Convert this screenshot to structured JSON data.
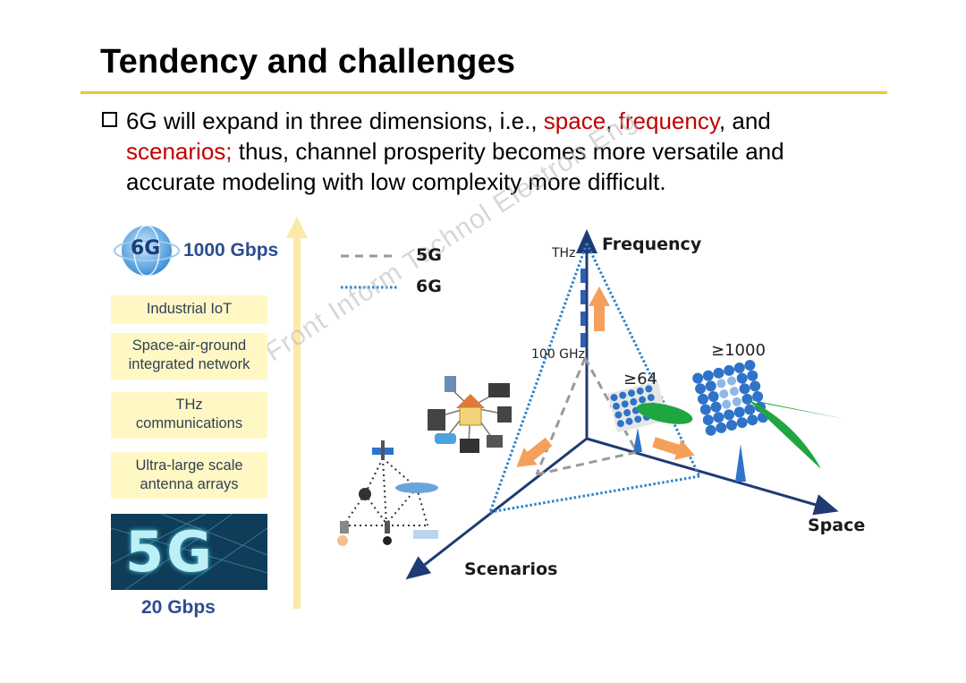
{
  "slide": {
    "title": "Tendency and challenges",
    "bullet": {
      "part1": "6G will expand in three dimensions, i.e., ",
      "space": "space",
      "comma1": ", ",
      "frequency": "frequency",
      "and": ", and",
      "scenarios": "scenarios;",
      "rest": " thus, channel prosperity becomes more versatile and accurate modeling with low complexity more difficult."
    },
    "watermark": "Front Inform Technol Electron Eng"
  },
  "left_panel": {
    "top_rate": "1000 Gbps",
    "bottom_rate": "20 Gbps",
    "six_g_logo": "6G",
    "five_g_logo": "5G",
    "scenarios": [
      "Industrial IoT",
      "Space-air-ground integrated network",
      "THz communications",
      "Ultra-large scale antenna arrays"
    ],
    "colors": {
      "arrow": "#fbe9a8",
      "box": "#fff8c4",
      "rate": "#2a4d8f"
    }
  },
  "diagram": {
    "legend": [
      {
        "style": "dashed",
        "label": "5G"
      },
      {
        "style": "dotted",
        "label": "6G"
      }
    ],
    "axes": {
      "frequency": "Frequency",
      "space": "Space",
      "scenarios": "Scenarios"
    },
    "freq_marks": {
      "thz": "THz",
      "ghz": "100 GHz"
    },
    "arrays": {
      "small": "≥64",
      "large": "≥1000"
    },
    "colors": {
      "axis": "#1f3b73",
      "fiveg": "#9a9a9a",
      "sixg": "#2b82c9",
      "arrow": "#f5a05a",
      "beam": "#1fa640",
      "antenna": "#2f73c9"
    }
  }
}
